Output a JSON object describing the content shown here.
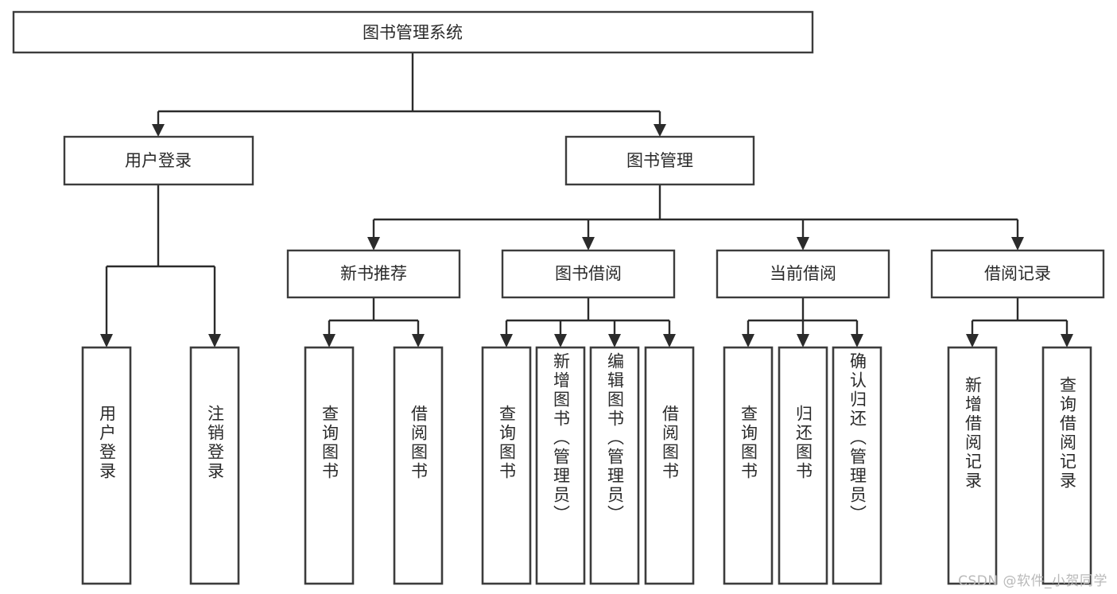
{
  "diagram": {
    "title": "图书管理系统",
    "type": "tree-hierarchy-diagram",
    "root": {
      "id": "root",
      "label": "图书管理系统",
      "orientation": "horizontal"
    },
    "level2": [
      {
        "id": "user-login",
        "label": "用户登录",
        "orientation": "horizontal"
      },
      {
        "id": "book-management",
        "label": "图书管理",
        "orientation": "horizontal"
      }
    ],
    "level3": [
      {
        "id": "new-book-recommend",
        "label": "新书推荐",
        "orientation": "horizontal",
        "parent": "book-management"
      },
      {
        "id": "book-borrow",
        "label": "图书借阅",
        "orientation": "horizontal",
        "parent": "book-management"
      },
      {
        "id": "current-borrow",
        "label": "当前借阅",
        "orientation": "horizontal",
        "parent": "book-management"
      },
      {
        "id": "borrow-record",
        "label": "借阅记录",
        "orientation": "horizontal",
        "parent": "book-management"
      }
    ],
    "leaves": [
      {
        "id": "leaf-user-login",
        "label": "用户登录",
        "parent": "user-login"
      },
      {
        "id": "leaf-logout-login",
        "label": "注销登录",
        "parent": "user-login"
      },
      {
        "id": "leaf-query-book-1",
        "label": "查询图书",
        "parent": "new-book-recommend"
      },
      {
        "id": "leaf-borrow-book-1",
        "label": "借阅图书",
        "parent": "new-book-recommend"
      },
      {
        "id": "leaf-query-book-2",
        "label": "查询图书",
        "parent": "book-borrow"
      },
      {
        "id": "leaf-add-book",
        "label": "新增图书（管理员）",
        "parent": "book-borrow"
      },
      {
        "id": "leaf-edit-book",
        "label": "编辑图书（管理员）",
        "parent": "book-borrow"
      },
      {
        "id": "leaf-borrow-book-2",
        "label": "借阅图书",
        "parent": "book-borrow"
      },
      {
        "id": "leaf-query-book-3",
        "label": "查询图书",
        "parent": "current-borrow"
      },
      {
        "id": "leaf-return-book",
        "label": "归还图书",
        "parent": "current-borrow"
      },
      {
        "id": "leaf-confirm-return",
        "label": "确认归还（管理员）",
        "parent": "current-borrow"
      },
      {
        "id": "leaf-add-borrow-record",
        "label": "新增借阅记录",
        "parent": "borrow-record"
      },
      {
        "id": "leaf-query-borrow-record",
        "label": "查询借阅记录",
        "parent": "borrow-record"
      }
    ],
    "colors": {
      "box_stroke": "#3c3c3c",
      "edge": "#2b2b2b",
      "text": "#2a2a2a",
      "background": "#ffffff",
      "watermark": "#b9b9b9"
    }
  },
  "watermark": {
    "text": "CSDN @软件_小贺同学"
  }
}
